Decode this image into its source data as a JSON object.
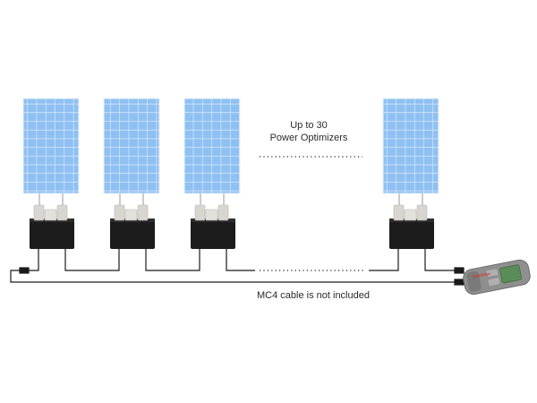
{
  "diagram": {
    "optimizer_caption_line1": "Up to 30",
    "optimizer_caption_line2": "Power Optimizers",
    "cable_note": "MC4 cable is not included",
    "device_brand_text": "SolarEdge",
    "panel_count_shown": 4,
    "colors": {
      "panel_cell": "#8fc0f2",
      "panel_grid": "#e9f3ff",
      "optimizer_body": "#1c1c1c",
      "connector": "#d9d6d2",
      "wire": "#1a1a1a",
      "device_body": "#8f8f8f",
      "device_screen": "#5a8c5a",
      "device_brand": "#d23a2a"
    }
  }
}
